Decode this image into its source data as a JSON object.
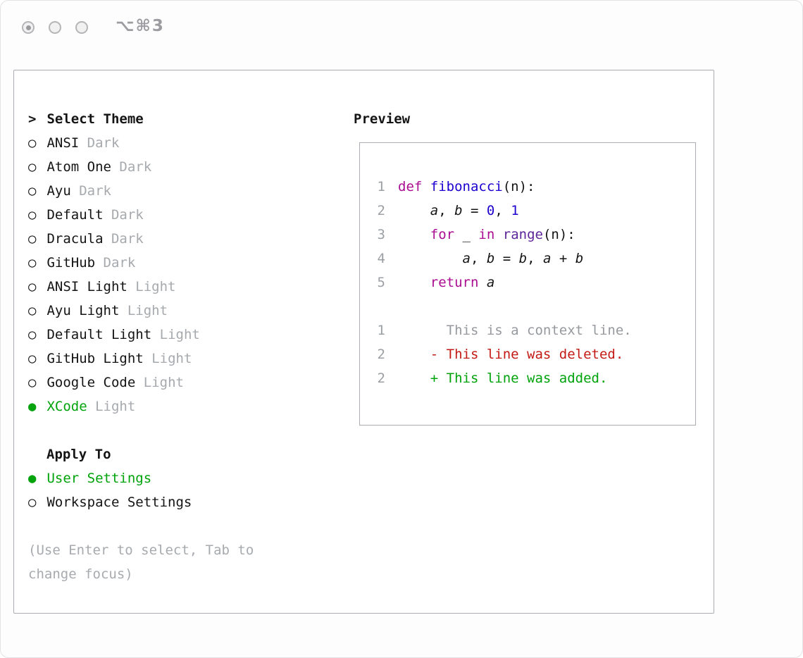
{
  "window": {
    "shortcut_label": "⌥⌘3"
  },
  "theme_selector": {
    "prompt": ">",
    "title": "Select Theme",
    "items": [
      {
        "marker": "○",
        "name": "ANSI",
        "tag": "Dark",
        "selected": false
      },
      {
        "marker": "○",
        "name": "Atom One",
        "tag": "Dark",
        "selected": false
      },
      {
        "marker": "○",
        "name": "Ayu",
        "tag": "Dark",
        "selected": false
      },
      {
        "marker": "○",
        "name": "Default",
        "tag": "Dark",
        "selected": false
      },
      {
        "marker": "○",
        "name": "Dracula",
        "tag": "Dark",
        "selected": false
      },
      {
        "marker": "○",
        "name": "GitHub",
        "tag": "Dark",
        "selected": false
      },
      {
        "marker": "○",
        "name": "ANSI Light",
        "tag": "Light",
        "selected": false
      },
      {
        "marker": "○",
        "name": "Ayu Light",
        "tag": "Light",
        "selected": false
      },
      {
        "marker": "○",
        "name": "Default Light",
        "tag": "Light",
        "selected": false
      },
      {
        "marker": "○",
        "name": "GitHub Light",
        "tag": "Light",
        "selected": false
      },
      {
        "marker": "○",
        "name": "Google Code",
        "tag": "Light",
        "selected": false
      },
      {
        "marker": "●",
        "name": "XCode",
        "tag": "Light",
        "selected": true
      }
    ]
  },
  "apply_to": {
    "title": "Apply To",
    "options": [
      {
        "marker": "●",
        "name": "User Settings",
        "selected": true
      },
      {
        "marker": "○",
        "name": "Workspace Settings",
        "selected": false
      }
    ]
  },
  "hint": "(Use Enter to select, Tab to change focus)",
  "preview": {
    "title": "Preview",
    "code_lines": [
      {
        "num": "1",
        "tokens": [
          {
            "t": "def ",
            "c": "keyword"
          },
          {
            "t": "fibonacci",
            "c": "function"
          },
          {
            "t": "(n):",
            "c": "plain"
          }
        ]
      },
      {
        "num": "2",
        "tokens": [
          {
            "t": "    ",
            "c": "plain"
          },
          {
            "t": "a",
            "c": "variable"
          },
          {
            "t": ", ",
            "c": "plain"
          },
          {
            "t": "b",
            "c": "variable"
          },
          {
            "t": " = ",
            "c": "plain"
          },
          {
            "t": "0",
            "c": "number"
          },
          {
            "t": ", ",
            "c": "plain"
          },
          {
            "t": "1",
            "c": "number"
          }
        ]
      },
      {
        "num": "3",
        "tokens": [
          {
            "t": "    ",
            "c": "plain"
          },
          {
            "t": "for",
            "c": "keyword"
          },
          {
            "t": " _ ",
            "c": "plain"
          },
          {
            "t": "in",
            "c": "keyword"
          },
          {
            "t": " ",
            "c": "plain"
          },
          {
            "t": "range",
            "c": "builtin"
          },
          {
            "t": "(n):",
            "c": "plain"
          }
        ]
      },
      {
        "num": "4",
        "tokens": [
          {
            "t": "        ",
            "c": "plain"
          },
          {
            "t": "a",
            "c": "variable"
          },
          {
            "t": ", ",
            "c": "plain"
          },
          {
            "t": "b",
            "c": "variable"
          },
          {
            "t": " = ",
            "c": "plain"
          },
          {
            "t": "b",
            "c": "variable"
          },
          {
            "t": ", ",
            "c": "plain"
          },
          {
            "t": "a",
            "c": "variable"
          },
          {
            "t": " + ",
            "c": "plain"
          },
          {
            "t": "b",
            "c": "variable"
          }
        ]
      },
      {
        "num": "5",
        "tokens": [
          {
            "t": "    ",
            "c": "plain"
          },
          {
            "t": "return",
            "c": "keyword"
          },
          {
            "t": " ",
            "c": "plain"
          },
          {
            "t": "a",
            "c": "variable"
          }
        ]
      }
    ],
    "diff_lines": [
      {
        "num": "1",
        "text": "      This is a context line.",
        "type": "context"
      },
      {
        "num": "2",
        "text": "    - This line was deleted.",
        "type": "deleted"
      },
      {
        "num": "2",
        "text": "    + This line was added.",
        "type": "added"
      }
    ]
  },
  "colors": {
    "accent_green": "#00A30B",
    "keyword_magenta": "#AA0D91",
    "function_blue": "#1C00CF",
    "number_blue": "#1C00CF",
    "builtin_purple": "#5C2699",
    "deleted_red": "#C41A16",
    "added_green": "#00A30B",
    "muted_gray": "#A6A9AD",
    "line_number_gray": "#9B9FA4"
  }
}
